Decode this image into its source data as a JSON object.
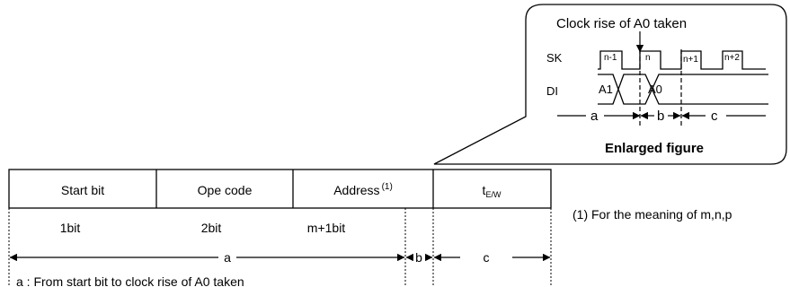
{
  "callout": {
    "title": "Clock rise of A0 taken",
    "sk_label": "SK",
    "di_label": "DI",
    "pulses": [
      "n-1",
      "n",
      "n+1",
      "n+2"
    ],
    "di_a1": "A1",
    "di_a0": "A0",
    "seg_a": "a",
    "seg_b": "b",
    "seg_c": "c",
    "caption": "Enlarged figure"
  },
  "frame": {
    "fields": [
      {
        "label": "Start bit",
        "bits": "1bit"
      },
      {
        "label": "Ope code",
        "bits": "2bit"
      },
      {
        "label": "Address",
        "sup": "(1)",
        "bits": "m+1bit"
      },
      {
        "label": "t",
        "sub": "E/W",
        "bits": ""
      }
    ],
    "seg_a": "a",
    "seg_b": "b",
    "seg_c": "c"
  },
  "footnote": "(1) For the meaning of m,n,p",
  "legend_a": "a : From start bit to clock rise of A0 taken"
}
